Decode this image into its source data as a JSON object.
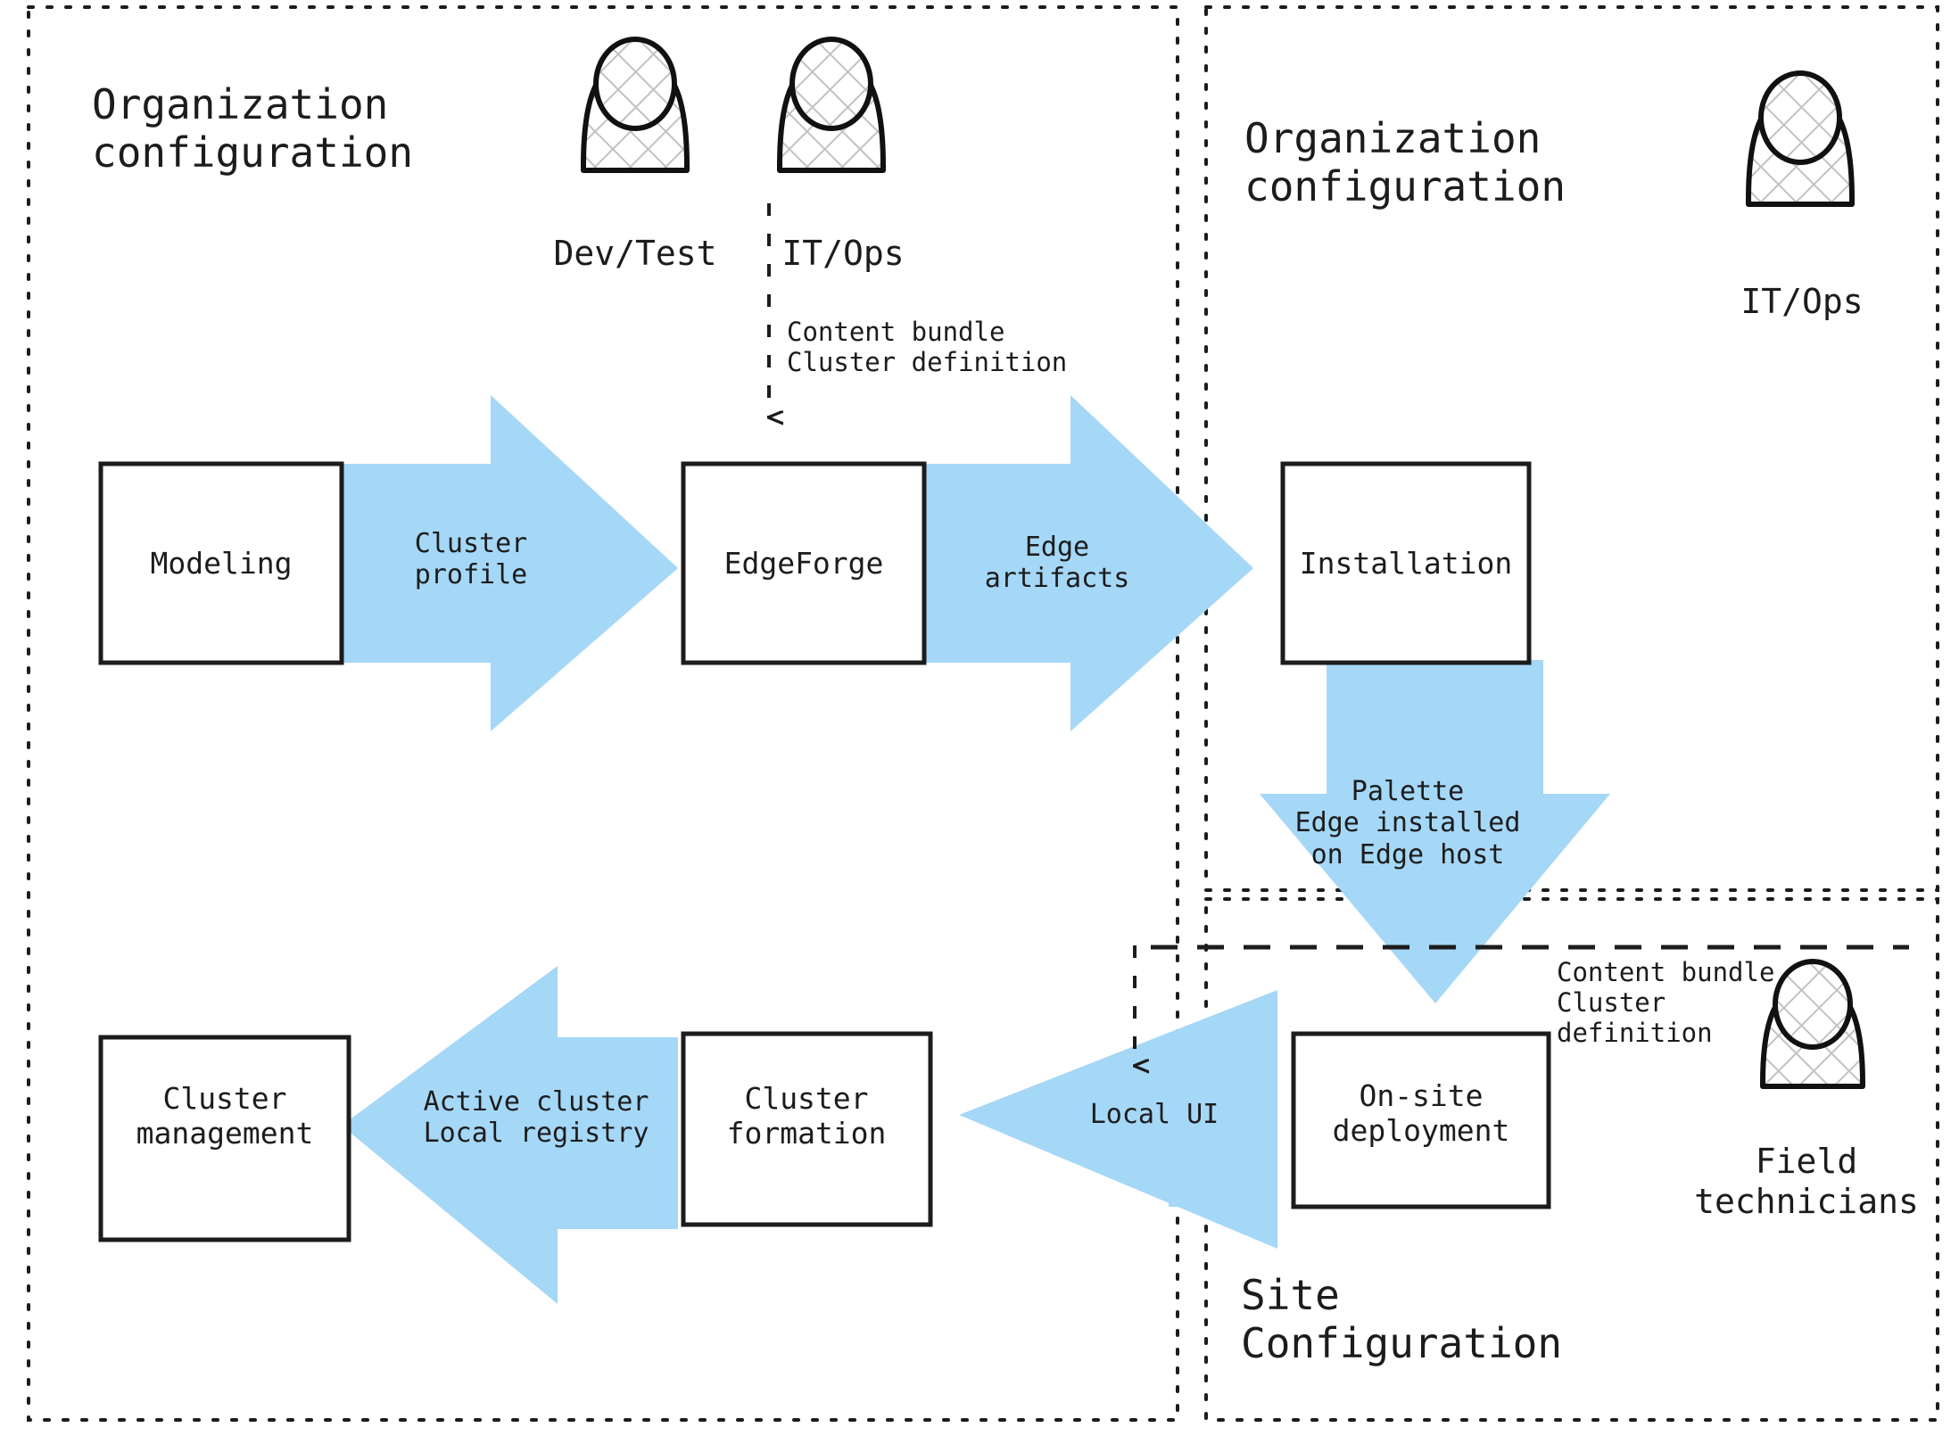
{
  "diagram": {
    "title_type": "flow-diagram",
    "colors": {
      "arrow_fill": "#A5D7F7",
      "stroke": "#1c1c1c",
      "background": "#ffffff",
      "hatch": "#b9b9b9"
    },
    "panels": [
      {
        "id": "org-config-left",
        "label_line1": "Organization",
        "label_line2": "configuration"
      },
      {
        "id": "org-config-right",
        "label_line1": "Organization",
        "label_line2": "configuration"
      },
      {
        "id": "site-config",
        "label_line1": "Site",
        "label_line2": "Configuration"
      }
    ],
    "actors": [
      {
        "id": "dev-test",
        "label": "Dev/Test"
      },
      {
        "id": "it-ops-left",
        "label": "IT/Ops"
      },
      {
        "id": "it-ops-right",
        "label": "IT/Ops"
      },
      {
        "id": "field-technicians",
        "label_line1": "Field",
        "label_line2": "technicians"
      }
    ],
    "boxes": [
      {
        "id": "modeling",
        "line1": "Modeling",
        "line2": ""
      },
      {
        "id": "edgeforge",
        "line1": "EdgeForge",
        "line2": ""
      },
      {
        "id": "installation",
        "line1": "Installation",
        "line2": ""
      },
      {
        "id": "on-site-deployment",
        "line1": "On-site",
        "line2": "deployment"
      },
      {
        "id": "cluster-formation",
        "line1": "Cluster",
        "line2": "formation"
      },
      {
        "id": "cluster-management",
        "line1": "Cluster",
        "line2": "management"
      }
    ],
    "arrow_labels": [
      {
        "id": "cluster-profile",
        "line1": "Cluster",
        "line2": "profile"
      },
      {
        "id": "edge-artifacts",
        "line1": "Edge",
        "line2": "artifacts"
      },
      {
        "id": "palette-edge",
        "line1": "Palette",
        "line2": "Edge installed",
        "line3": "on Edge host"
      },
      {
        "id": "local-ui",
        "line1": "Local UI",
        "line2": ""
      },
      {
        "id": "active-cluster",
        "line1": "Active cluster",
        "line2": "Local registry"
      }
    ],
    "notes": [
      {
        "id": "note-top",
        "line1": "Content bundle",
        "line2": "Cluster definition"
      },
      {
        "id": "note-bottom",
        "line1": "Content bundle",
        "line2": "Cluster",
        "line3": "definition"
      }
    ]
  }
}
